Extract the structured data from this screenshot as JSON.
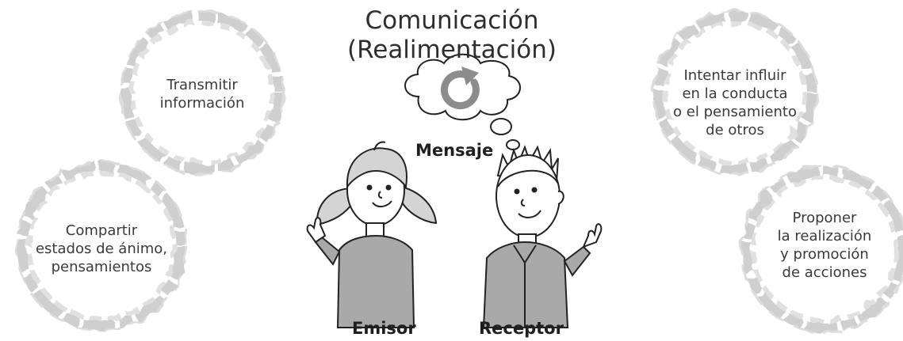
{
  "title": {
    "line1": "Comunicación",
    "line2": "(Realimentación)"
  },
  "circles": {
    "top_left": [
      "Transmitir",
      "información"
    ],
    "bottom_left": [
      "Compartir",
      "estados de ánimo,",
      "pensamientos"
    ],
    "top_right": [
      "Intentar influir",
      "en la conducta",
      "o el pensamiento",
      "de otros"
    ],
    "bottom_right": [
      "Proponer",
      "la realización",
      "y promoción",
      "de acciones"
    ]
  },
  "labels": {
    "message": "Mensaje",
    "sender": "Emisor",
    "receiver": "Receptor"
  },
  "colors": {
    "ring": "#c9c9c9",
    "cloud_arrow": "#8c8c8c",
    "shirt": "#a9a9a9",
    "hair": "#d4d4d4"
  }
}
